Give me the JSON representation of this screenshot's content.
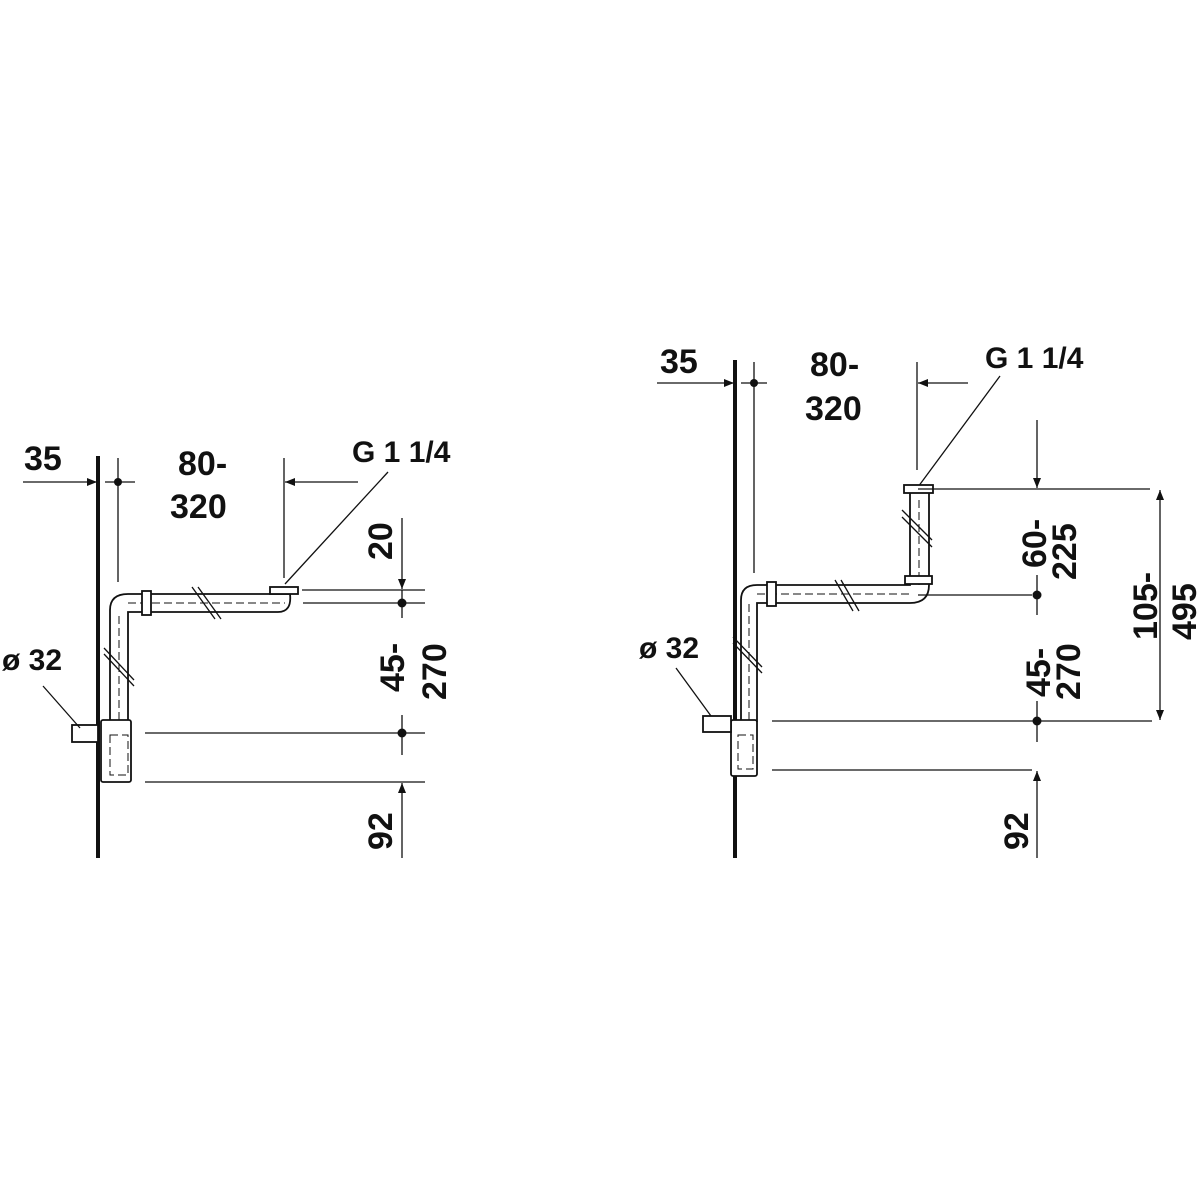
{
  "diagrams": [
    {
      "name": "horizontal-outlet",
      "wall_offset": "35",
      "projection_top": "80-",
      "projection_bottom": "320",
      "thread": "G 1 1/4",
      "outlet_rise": "20",
      "height_top": "45-",
      "height_bottom": "270",
      "trap_bottom": "92",
      "wall_pipe": "ø 32"
    },
    {
      "name": "vertical-outlet",
      "wall_offset": "35",
      "projection_top": "80-",
      "projection_bottom": "320",
      "thread": "G 1 1/4",
      "riser_top": "60-",
      "riser_bottom": "225",
      "height_top": "45-",
      "height_bottom": "270",
      "total_top": "105-",
      "total_bottom": "495",
      "trap_bottom": "92",
      "wall_pipe": "ø 32"
    }
  ]
}
